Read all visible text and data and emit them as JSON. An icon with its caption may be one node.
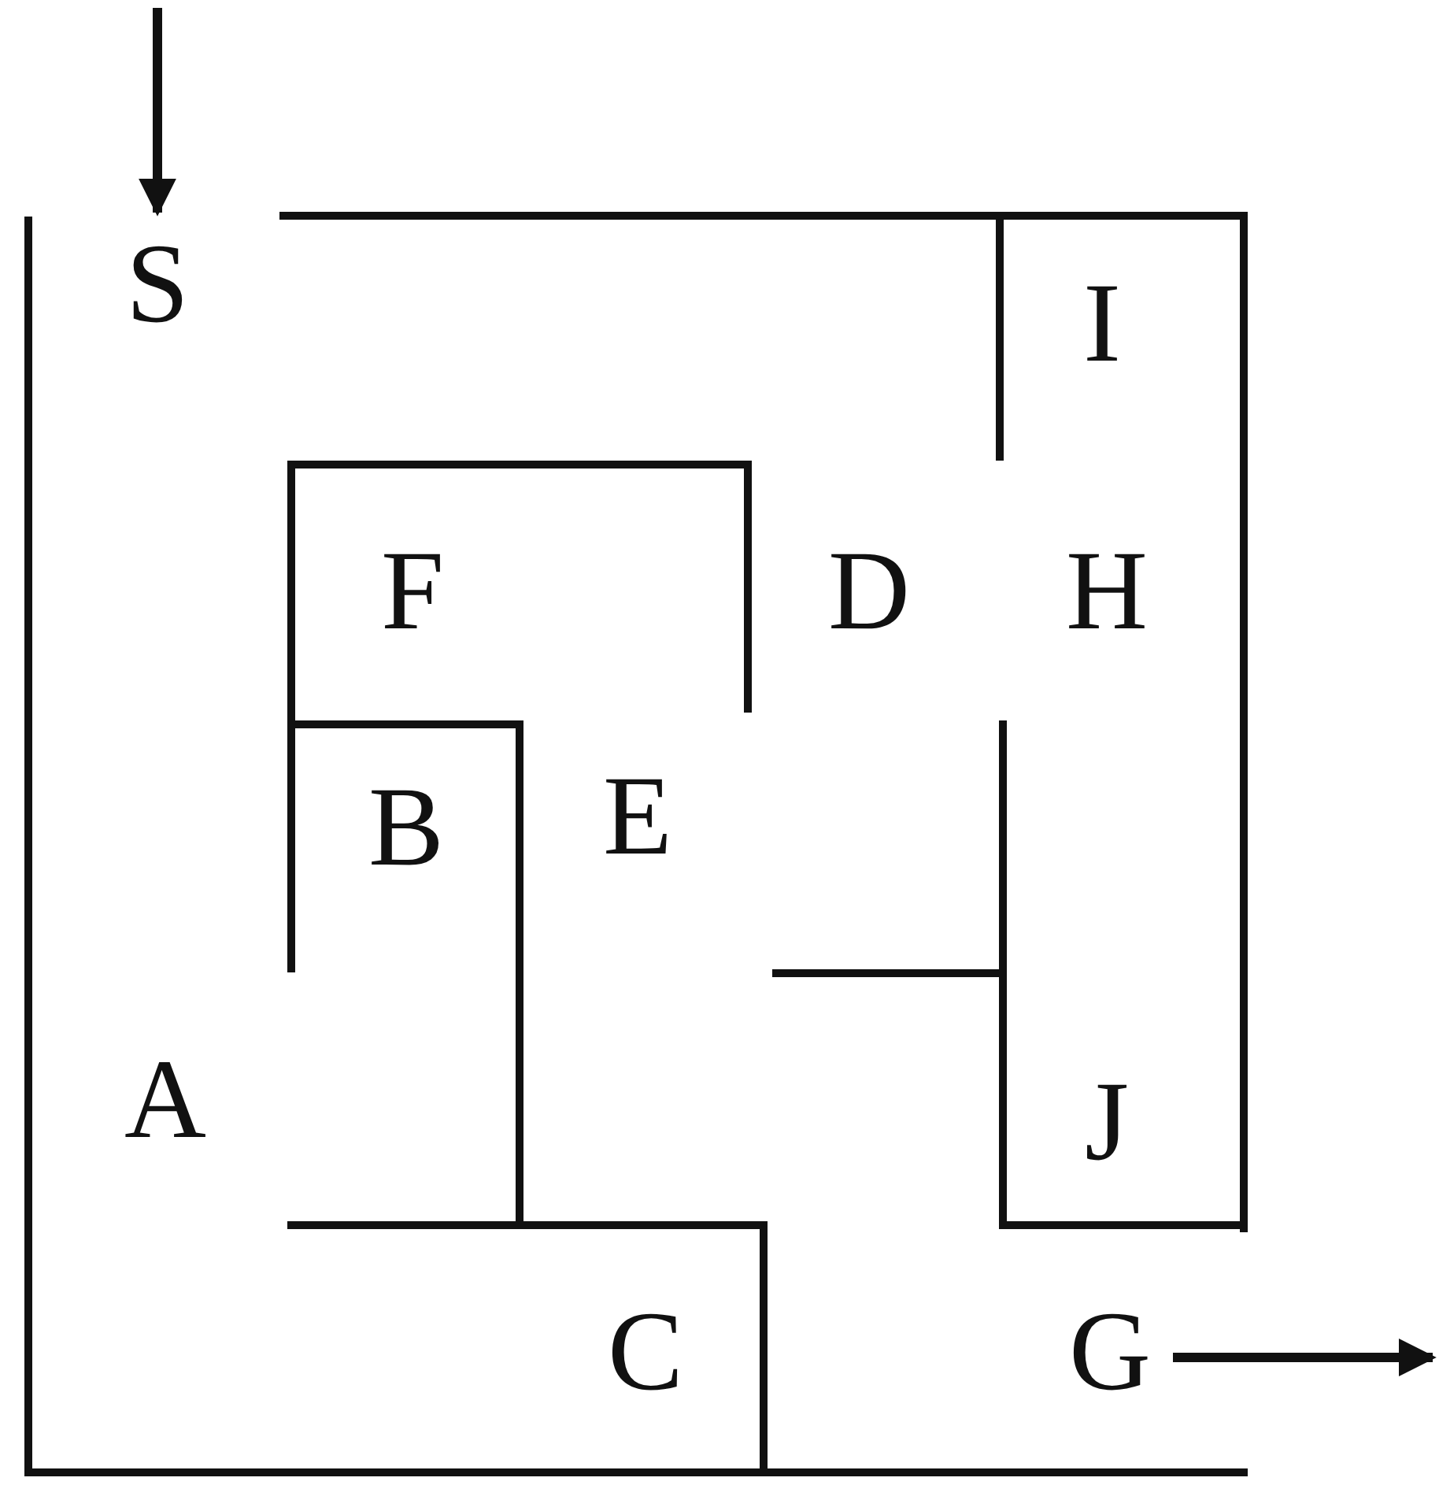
{
  "diagram": {
    "nodes": [
      {
        "text": [
          "S"
        ]
      },
      {
        "text": [
          "G"
        ]
      }
    ],
    "edges": [
      {
        "from": null,
        "to": 0,
        "arrow": "to"
      },
      {
        "from": 1,
        "to": null,
        "arrow": "to"
      }
    ],
    "labels": [
      "I",
      "F",
      "D",
      "H",
      "B",
      "E",
      "A",
      "J",
      "C"
    ]
  }
}
